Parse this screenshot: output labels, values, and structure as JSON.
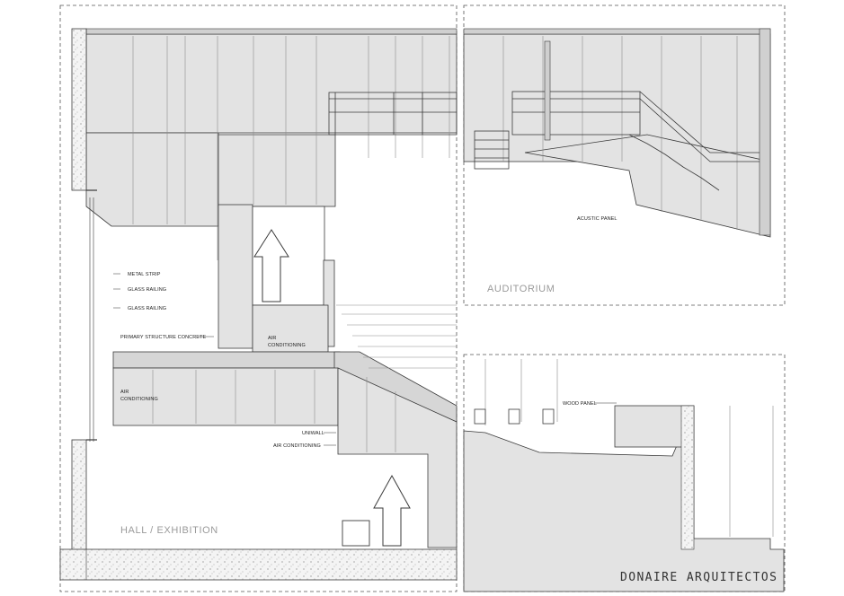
{
  "labels": {
    "metal_strip": "METAL STRIP",
    "glass_railing_1": "GLASS RAILING",
    "glass_railing_2": "GLASS RAILING",
    "primary_structure": "PRIMARY STRUCTURE CONCRETE",
    "air_conditioning_upper": [
      "AIR",
      "CONDITIONING"
    ],
    "air_conditioning_lower": [
      "AIR",
      "CONDITIONING"
    ],
    "air_conditioning_right": "AIR CONDITIONING",
    "uniwall": "UNIWALL",
    "acoustic_panel": "ACUSTIC PANEL",
    "wood_panel": "WOOD PANEL"
  },
  "rooms": {
    "auditorium": "AUDITORIUM",
    "hall": "HALL / EXHIBITION"
  },
  "credit": "DONAIRE ARQUITECTOS",
  "colors": {
    "fill": "#e3e3e3",
    "line": "#3a3a3a",
    "light_line": "#8c8c8c",
    "dashed": "#555555"
  }
}
